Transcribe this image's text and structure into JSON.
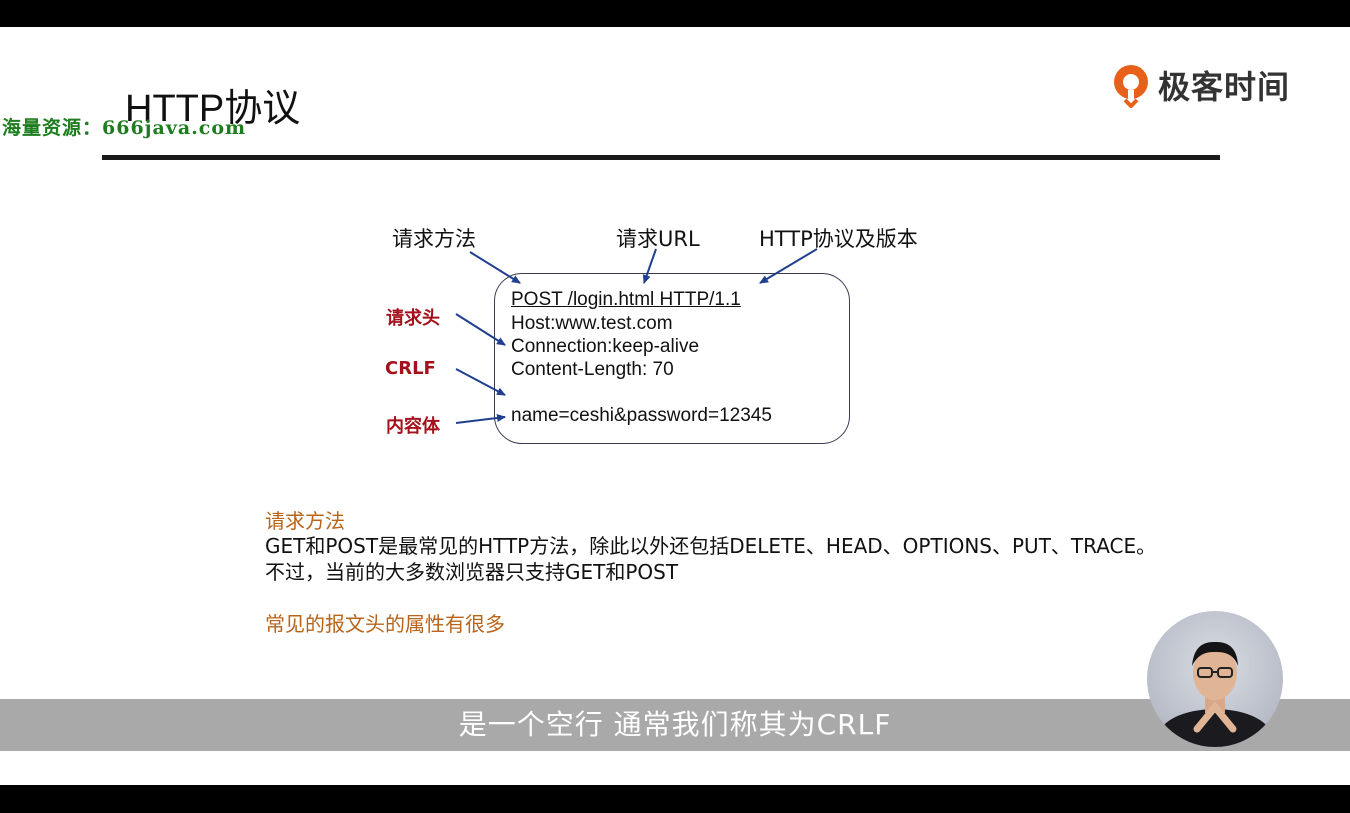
{
  "watermark": "海量资源：666java.com",
  "slide": {
    "title": "HTTP协议",
    "logo_text": "极客时间"
  },
  "diagram": {
    "top_labels": {
      "method": "请求方法",
      "url": "请求URL",
      "version": "HTTP协议及版本"
    },
    "side_labels": {
      "header": "请求头",
      "crlf": "CRLF",
      "body": "内容体"
    },
    "request_lines": [
      "POST /login.html HTTP/1.1",
      "Host:www.test.com",
      "Connection:keep-alive",
      "Content-Length: 70",
      "name=ceshi&password=12345"
    ]
  },
  "notes": {
    "heading1": "请求方法",
    "line1": "GET和POST是最常见的HTTP方法，除此以外还包括DELETE、HEAD、OPTIONS、PUT、TRACE。",
    "line2": "不过，当前的大多数浏览器只支持GET和POST",
    "heading2": "常见的报文头的属性有很多"
  },
  "subtitle": "是一个空行 通常我们称其为CRLF",
  "colors": {
    "accent_orange": "#b8641a",
    "label_red": "#a4111b",
    "arrow_blue": "#1f3f8f",
    "logo_orange": "#e8611a"
  }
}
